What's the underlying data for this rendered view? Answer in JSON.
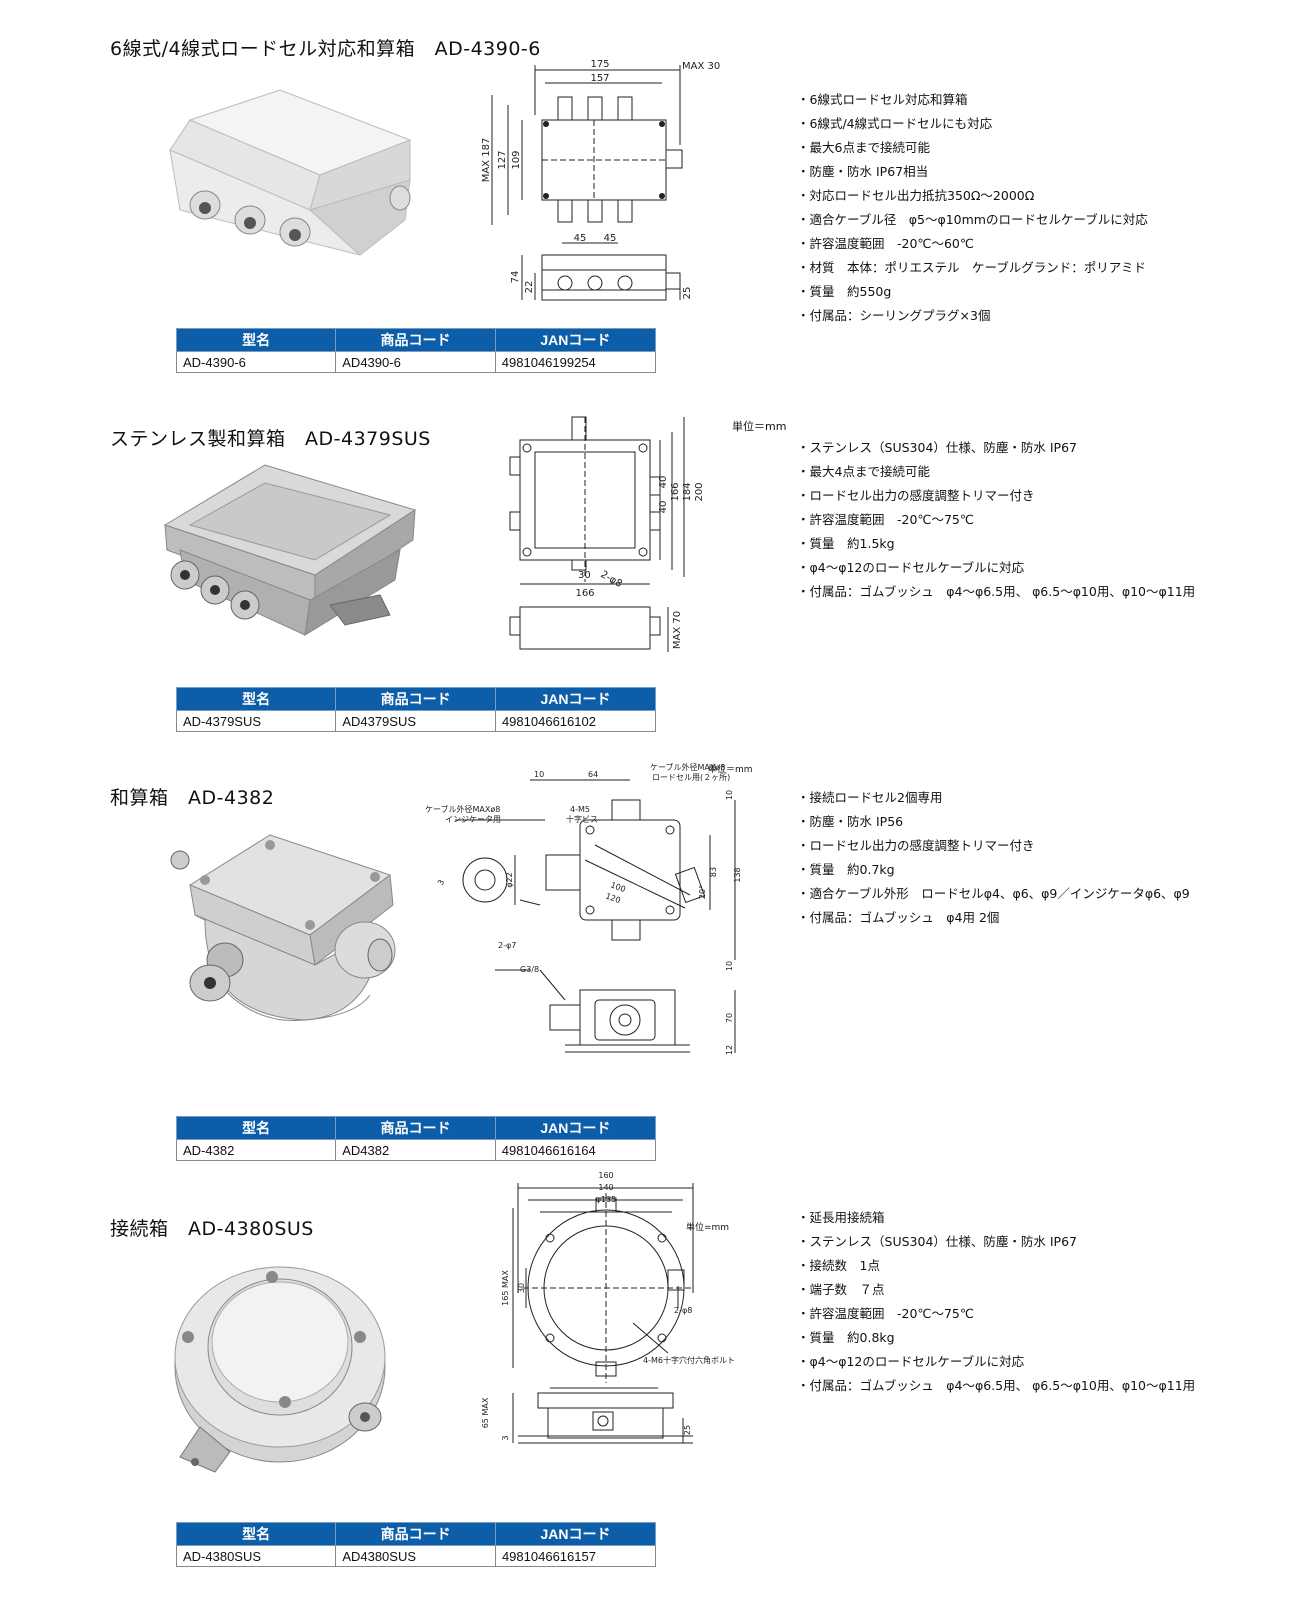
{
  "table_headers": [
    "型名",
    "商品コード",
    "JANコード"
  ],
  "products": [
    {
      "title": "6線式/4線式ロードセル対応和算箱　AD-4390-6",
      "specs": [
        "6線式ロードセル対応和算箱",
        "6線式/4線式ロードセルにも対応",
        "最大6点まで接続可能",
        "防塵・防水 IP67相当",
        "対応ロードセル出力抵抗350Ω～2000Ω",
        "適合ケーブル径　φ5～φ10mmのロードセルケーブルに対応",
        "許容温度範囲　-20℃～60℃",
        "材質　本体：ポリエステル　ケーブルグランド：ポリアミド",
        "質量　約550g",
        "付属品：シーリングプラグ×3個"
      ],
      "row": [
        "AD-4390-6",
        "AD4390-6",
        "4981046199254"
      ],
      "dims": {
        "w175": "175",
        "w157": "157",
        "max30": "MAX 30",
        "max187": "MAX 187",
        "h127": "127",
        "h109": "109",
        "g45a": "45",
        "g45b": "45",
        "h74": "74",
        "h22": "22",
        "h25": "25"
      }
    },
    {
      "title": "ステンレス製和算箱　AD-4379SUS",
      "unit": "単位＝mm",
      "specs": [
        "ステンレス（SUS304）仕様、防塵・防水 IP67",
        "最大4点まで接続可能",
        "ロードセル出力の感度調整トリマー付き",
        "許容温度範囲　-20℃～75℃",
        "質量　約1.5kg",
        "φ4～φ12のロードセルケーブルに対応",
        "付属品：ゴムブッシュ　φ4～φ6.5用、 φ6.5～φ10用、φ10～φ11用"
      ],
      "row": [
        "AD-4379SUS",
        "AD4379SUS",
        "4981046616102"
      ],
      "dims": {
        "v40a": "40",
        "v40b": "40",
        "h166": "166",
        "h184": "184",
        "h200": "200",
        "w30": "30",
        "phi8": "2-φ8",
        "w166": "166",
        "max70": "MAX 70"
      }
    },
    {
      "title": "和算箱　AD-4382",
      "unit": "単位＝mm",
      "specs": [
        "接続ロードセル2個専用",
        "防塵・防水 IP56",
        "ロードセル出力の感度調整トリマー付き",
        "質量　約0.7kg",
        "適合ケーブル外形　ロードセルφ4、φ6、φ9／インジケータφ6、φ9",
        "付属品：ゴムブッシュ　φ4用 2個"
      ],
      "row": [
        "AD-4382",
        "AD4382",
        "4981046616164"
      ],
      "dims": {
        "d10": "10",
        "d64": "64",
        "cable1": "ケーブル外径MAXø8",
        "cable1b": "ロードセル用(２ヶ所)",
        "cable2": "ケーブル外径MAXø8",
        "cable2b": "インジケータ用",
        "m5": "4-M5",
        "screw": "十字ビス",
        "v10a": "10",
        "v83": "83",
        "v138": "138",
        "v20": "20°",
        "d100": "100",
        "d120": "120",
        "phi22": "φ22",
        "phi7": "2-φ7",
        "v10b": "10",
        "g38": "G3/8",
        "v70": "70",
        "v12": "12",
        "a3": "3"
      }
    },
    {
      "title": "接続箱　AD-4380SUS",
      "unit": "単位=mm",
      "specs": [
        "延長用接続箱",
        "ステンレス（SUS304）仕様、防塵・防水 IP67",
        "接続数　1点",
        "端子数　７点",
        "許容温度範囲　-20℃～75℃",
        "質量　約0.8kg",
        "φ4～φ12のロードセルケーブルに対応",
        "付属品：ゴムブッシュ　φ4～φ6.5用、 φ6.5～φ10用、φ10～φ11用"
      ],
      "row": [
        "AD-4380SUS",
        "AD4380SUS",
        "4981046616157"
      ],
      "dims": {
        "d160": "160",
        "d140": "140",
        "phi135": "φ135",
        "max165": "165 MAX",
        "v30": "30",
        "phi8": "2-φ8",
        "bolt": "4-M6十字穴付六角ボルト",
        "max65": "65 MAX",
        "v3": "3",
        "v25": "25"
      }
    }
  ]
}
